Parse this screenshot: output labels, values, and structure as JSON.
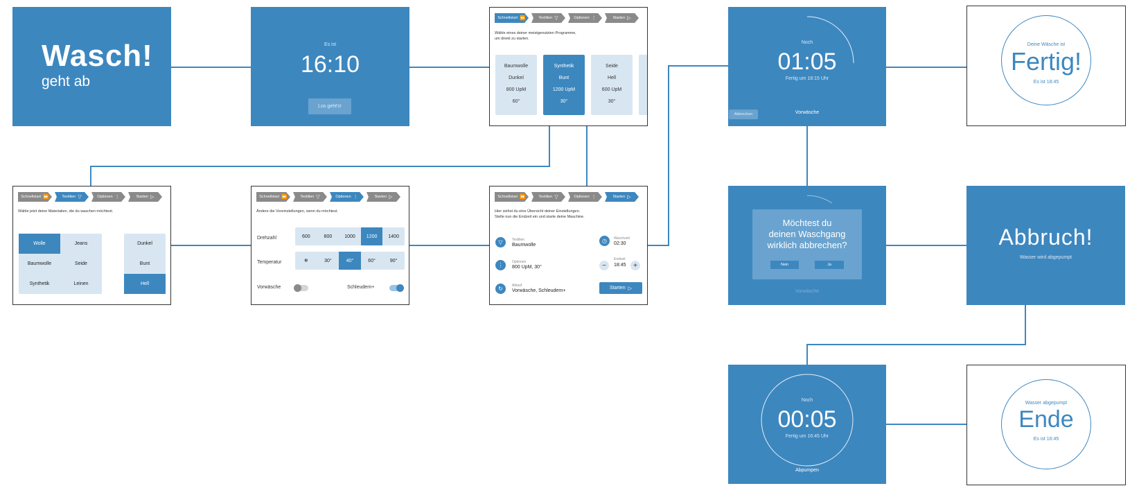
{
  "colors": {
    "primary": "#3d87bf",
    "light": "#d8e6f2",
    "grey": "#8a8a8a",
    "line": "#3d87bf"
  },
  "splash": {
    "title": "Wasch!",
    "subtitle": "geht ab"
  },
  "clock_screen": {
    "label": "Es ist",
    "time": "16:10",
    "button": "Los geht's!"
  },
  "steps": {
    "quick": "Schnellstart",
    "textiles": "Textilien",
    "options": "Optionen",
    "start": "Starten"
  },
  "quickstart": {
    "intro_1": "Wähle eines deiner meistgenutzten Programme,",
    "intro_2": "um direkt zu starten.",
    "programs": [
      {
        "fabric": "Baumwolle",
        "color": "Dunkel",
        "rpm": "800 UpM",
        "temp": "60°"
      },
      {
        "fabric": "Synthetik",
        "color": "Bunt",
        "rpm": "1200 UpM",
        "temp": "30°"
      },
      {
        "fabric": "Seide",
        "color": "Hell",
        "rpm": "600 UpM",
        "temp": "30°"
      }
    ]
  },
  "textiles": {
    "intro": "Wähle jetzt deine Materialien, die du waschen möchtest.",
    "materials": [
      "Wolle",
      "Jeans",
      "Baumwolle",
      "Seide",
      "Synthetik",
      "Leinen"
    ],
    "colors": [
      "Dunkel",
      "Bunt",
      "Hell"
    ]
  },
  "options": {
    "intro": "Ändere die Voreinstellungen, wenn du möchtest.",
    "spin_label": "Drehzahl",
    "spin_values": [
      "600",
      "800",
      "1000",
      "1200",
      "1400"
    ],
    "temp_label": "Temperatur",
    "temp_values": [
      "❄",
      "30°",
      "40°",
      "60°",
      "90°"
    ],
    "prewash_label": "Vorwäsche",
    "extra_spin_label": "Schleudern+"
  },
  "summary": {
    "intro_1": "Hier siehst du eine Übersicht deiner Einstellungen.",
    "intro_2": "Stelle nun die Endzeit ein und starte deine Maschine.",
    "textiles_label": "Textilien",
    "textiles_value": "Baumwolle",
    "options_label": "Optionen",
    "options_value": "800 UpM, 30°",
    "flow_label": "Ablauf",
    "flow_value": "Vorwäsche, Schleudern+",
    "duration_label": "Waschzeit",
    "duration_value": "02:30",
    "end_label": "Endzeit",
    "end_value": "18:45",
    "start_button": "Starten"
  },
  "running": {
    "label": "Noch",
    "time": "01:05",
    "finish": "Fertig um 18:15 Uhr",
    "phase": "Vorwäsche",
    "cancel": "Abbrechen"
  },
  "done": {
    "label": "Deine Wäsche ist",
    "title": "Fertig!",
    "time": "Es ist 18:45"
  },
  "dialog": {
    "line1": "Möchtest du",
    "line2": "deinen Waschgang",
    "line3": "wirklich abbrechen?",
    "no": "Nein",
    "yes": "Ja",
    "phase": "Vorwäsche"
  },
  "abort": {
    "title": "Abbruch!",
    "subtitle": "Wasser wird abgepumpt"
  },
  "pumping": {
    "label": "Noch",
    "time": "00:05",
    "finish": "Fertig um 16:45 Uhr",
    "phase": "Abpumpen"
  },
  "end": {
    "label": "Wasser abgepumpt",
    "title": "Ende",
    "time": "Es ist 16:45"
  }
}
